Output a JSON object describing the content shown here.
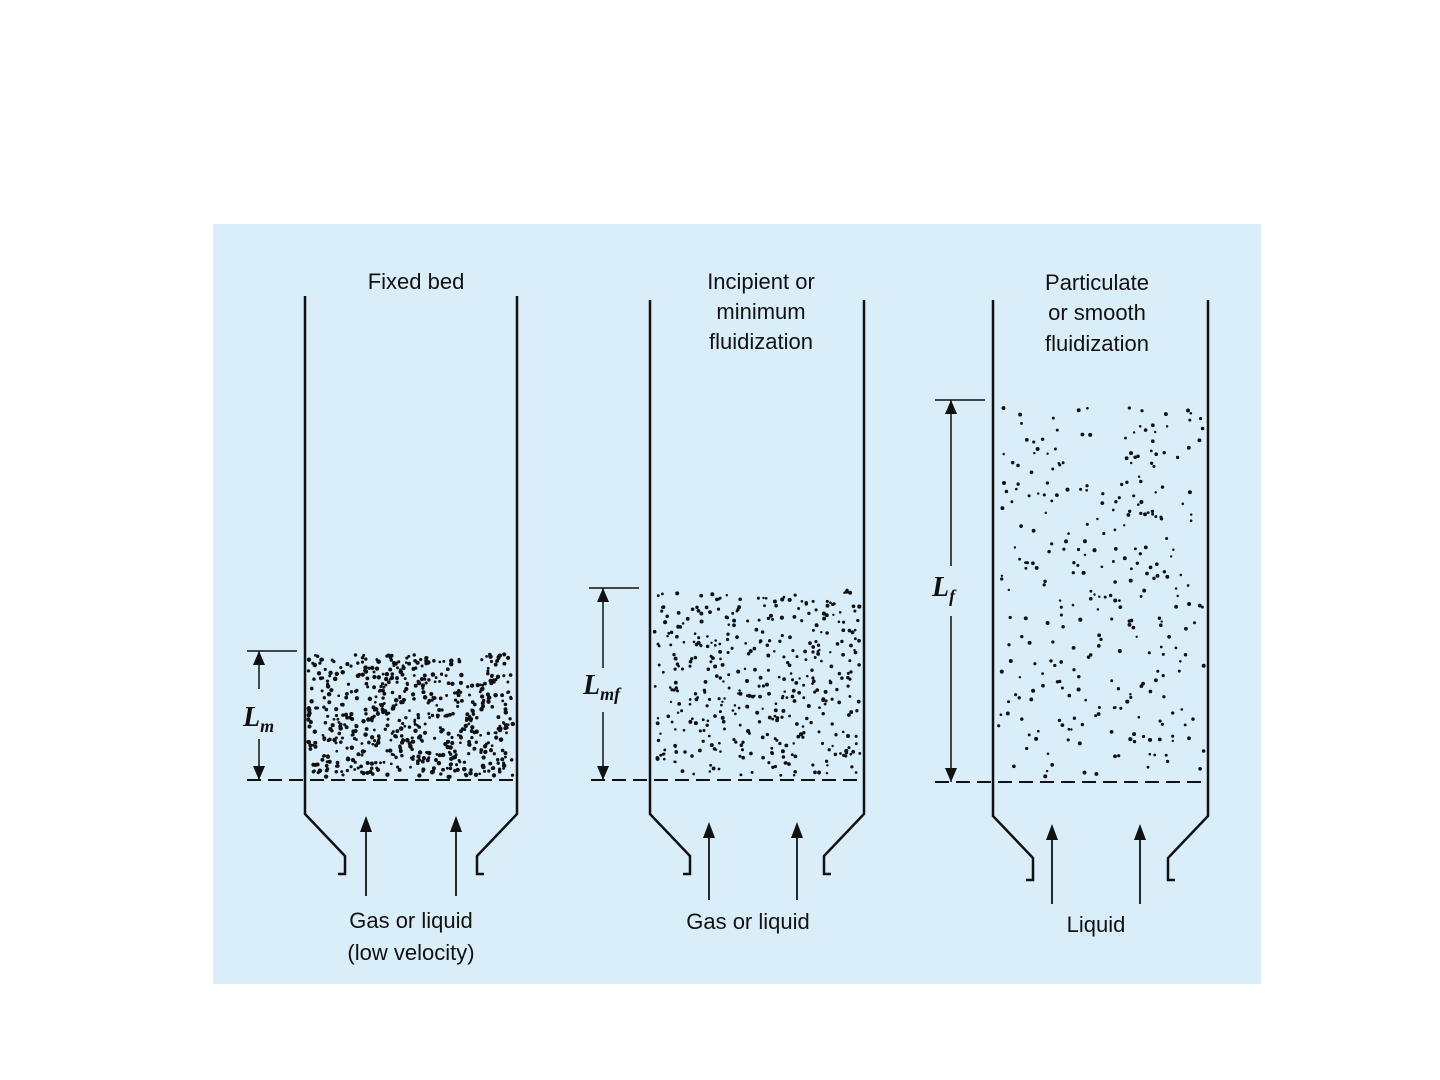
{
  "panels": [
    {
      "title_lines": [
        "Fixed bed"
      ],
      "height_symbol": "L",
      "height_subscript": "m",
      "inlet_lines": [
        "Gas or liquid",
        "(low velocity)"
      ]
    },
    {
      "title_lines": [
        "Incipient or",
        "minimum",
        "fluidization"
      ],
      "height_symbol": "L",
      "height_subscript": "mf",
      "inlet_lines": [
        "Gas or liquid"
      ]
    },
    {
      "title_lines": [
        "Particulate",
        "or smooth",
        "fluidization"
      ],
      "height_symbol": "L",
      "height_subscript": "f",
      "inlet_lines": [
        "Liquid"
      ]
    }
  ],
  "colors": {
    "figure_background": "#d9eef9",
    "ink": "#111111",
    "page_background": "#ffffff"
  }
}
